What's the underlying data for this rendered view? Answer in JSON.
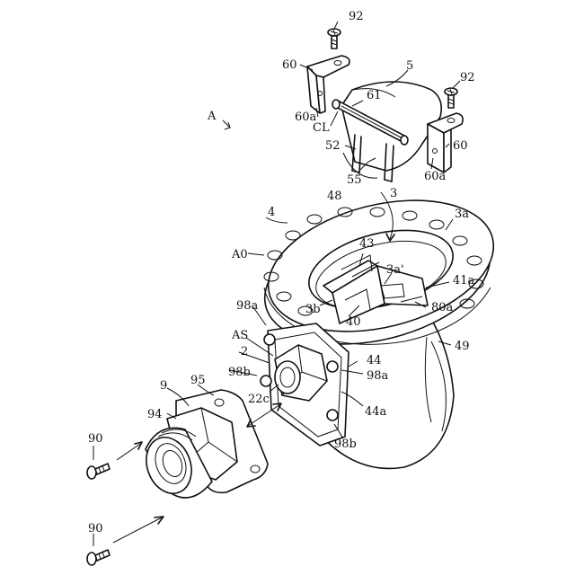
{
  "labels": {
    "A": "A",
    "A0": "A0",
    "AS": "AS",
    "CL": "CL",
    "n2": "2",
    "n3": "3",
    "n3a": "3a",
    "n3a_prime": "3a'",
    "n3b": "3b",
    "n4": "4",
    "n5": "5",
    "n9": "9",
    "n22c": "22c",
    "n40": "40",
    "n41a": "41a",
    "n43": "43",
    "n44": "44",
    "n44a": "44a",
    "n48": "48",
    "n49": "49",
    "n52": "52",
    "n55": "55",
    "n60_left": "60",
    "n60_right": "60",
    "n60a_left": "60a",
    "n60a_right": "60a",
    "n61": "61",
    "n80a": "80a",
    "n90_top": "90",
    "n90_bottom": "90",
    "n92_left": "92",
    "n92_right": "92",
    "n94": "94",
    "n95": "95",
    "n98a_left": "98a",
    "n98a_right": "98a",
    "n98b_left": "98b",
    "n98b_right": "98b"
  }
}
